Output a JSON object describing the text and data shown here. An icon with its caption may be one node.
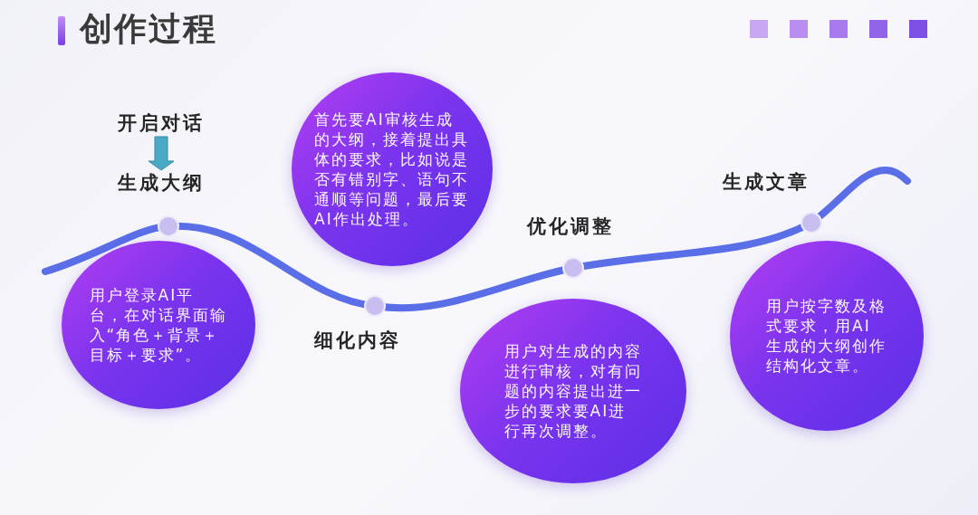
{
  "diagram": {
    "title": "创作过程",
    "nodes": [
      {
        "text": [
          "开启对话"
        ]
      },
      {
        "text": [
          "生成大纲"
        ]
      },
      {
        "text": [
          "用户登录AI平台，在对话界面输入“角色＋背景＋目标＋要求”。"
        ]
      },
      {
        "text": [
          "首先要AI审核生成的大纲，接着提出具体的要求，比如说是否有错别字、语句不通顺等问题，最后要AI作出处理。"
        ]
      },
      {
        "text": [
          "细化内容"
        ]
      },
      {
        "text": [
          "优化调整"
        ]
      },
      {
        "text": [
          "用户对生成的内容进行审核，对有问题的内容提出进一步的要求要AI进行再次调整。"
        ]
      },
      {
        "text": [
          "生成文章"
        ]
      },
      {
        "text": [
          "用户按字数及格式要求，用AI生成的大纲创作结构化文章。"
        ]
      }
    ],
    "edges": [
      {
        "from": 0,
        "to": 1,
        "arrow": "to"
      }
    ]
  }
}
